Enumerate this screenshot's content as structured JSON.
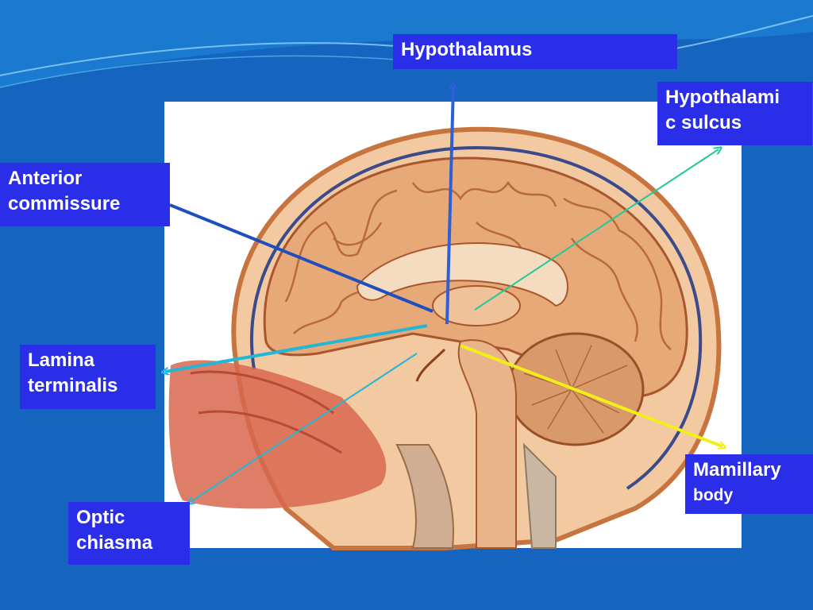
{
  "colors": {
    "background": "#1565c0",
    "label_box": "#2a2ee8",
    "label_text": "#ffffff",
    "pointer_hypothalamus": "#2e5fd6",
    "pointer_sulcus": "#23c99a",
    "pointer_anterior": "#1f4fbf",
    "pointer_lamina": "#22b7d6",
    "pointer_optic": "#22b7d6",
    "pointer_mamillary": "#f2ee1a"
  },
  "labels": {
    "hypothalamus": [
      "Hypothalamus"
    ],
    "hypothalamic_sulcus": [
      "Hypothalami",
      "c sulcus"
    ],
    "anterior_commissure": [
      "Anterior",
      "commissure"
    ],
    "lamina_terminalis": [
      "Lamina",
      "terminalis"
    ],
    "optic_chiasma": [
      "Optic",
      "chiasma"
    ],
    "mamillary_body": [
      "Mamillary",
      "body"
    ]
  },
  "illustration": {
    "subject": "midsagittal-section-of-brain-and-head"
  }
}
